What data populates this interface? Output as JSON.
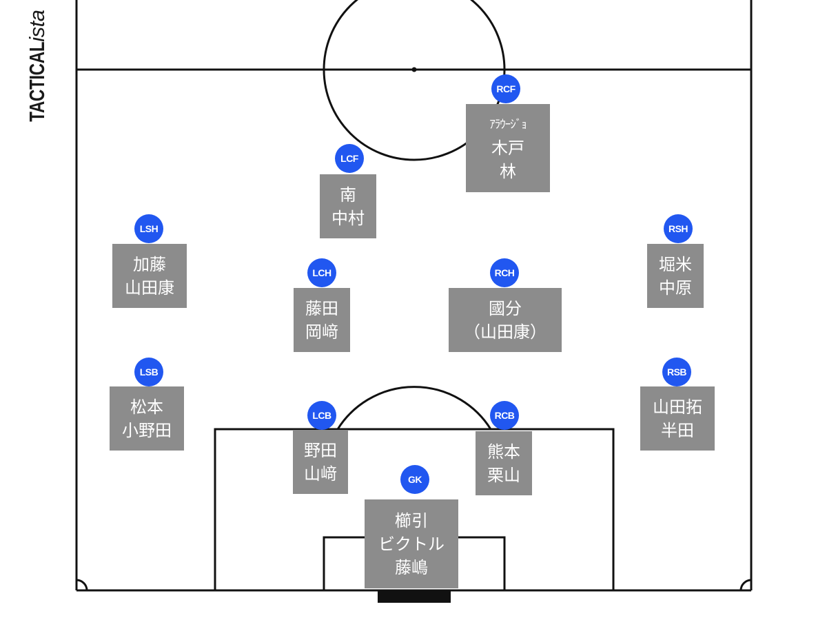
{
  "brand": {
    "bold": "TACTICAL",
    "italic": "ista"
  },
  "colors": {
    "badge": "#2157f0",
    "name_box": "#8c8c8c",
    "lines": "#111111"
  },
  "players": [
    {
      "position": "RCF",
      "names": [
        "ｱﾗｳｰｼﾞｮ",
        "木戸",
        "林"
      ]
    },
    {
      "position": "LCF",
      "names": [
        "南",
        "中村"
      ]
    },
    {
      "position": "LSH",
      "names": [
        "加藤",
        "山田康"
      ]
    },
    {
      "position": "RSH",
      "names": [
        "堀米",
        "中原"
      ]
    },
    {
      "position": "LCH",
      "names": [
        "藤田",
        "岡﨑"
      ]
    },
    {
      "position": "RCH",
      "names": [
        "國分",
        "（山田康）"
      ]
    },
    {
      "position": "LSB",
      "names": [
        "松本",
        "小野田"
      ]
    },
    {
      "position": "RSB",
      "names": [
        "山田拓",
        "半田"
      ]
    },
    {
      "position": "LCB",
      "names": [
        "野田",
        "山﨑"
      ]
    },
    {
      "position": "RCB",
      "names": [
        "熊本",
        "栗山"
      ]
    },
    {
      "position": "GK",
      "names": [
        "櫛引",
        "ビクトル",
        "藤嶋"
      ]
    }
  ]
}
